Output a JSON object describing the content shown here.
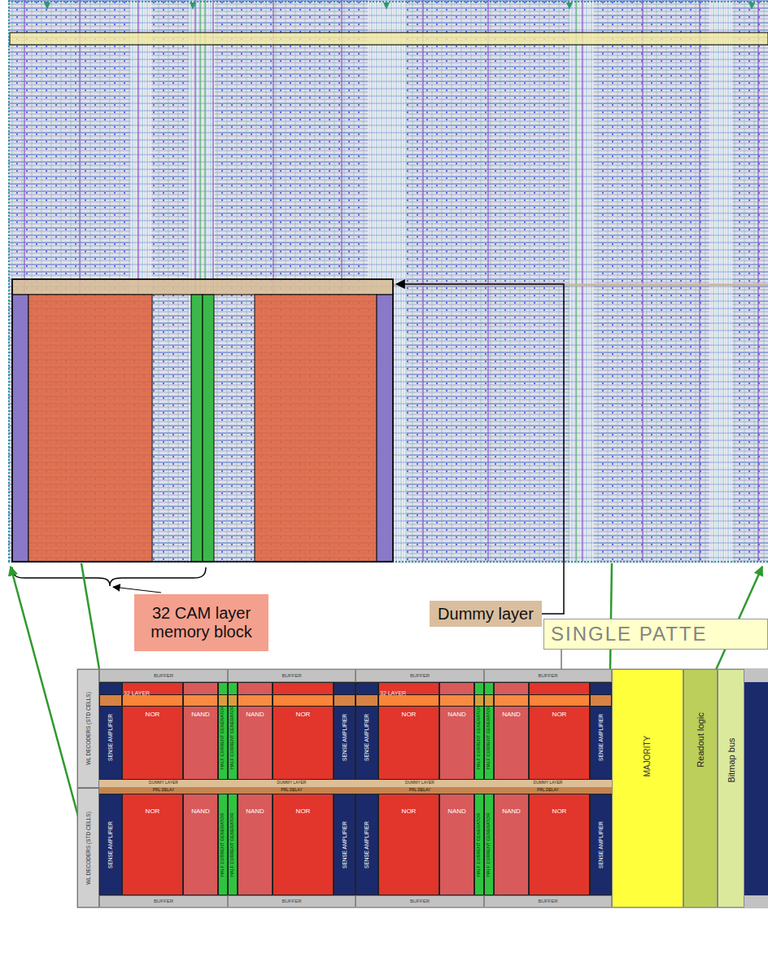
{
  "diagram": {
    "nodes": [
      {
        "text": [
          "32 CAM layer memory block"
        ]
      },
      {
        "text": [
          "Dummy layer"
        ]
      },
      {
        "text": [
          "SINGLE PATTE"
        ]
      },
      {
        "text": [
          "BUFFER"
        ]
      },
      {
        "text": [
          "BUFFER"
        ]
      },
      {
        "text": [
          "BUFFER"
        ]
      },
      {
        "text": [
          "BUFFER"
        ]
      },
      {
        "text": [
          "WL DECODERS (STD CELLS)"
        ]
      },
      {
        "text": [
          "SENSE AMPLIFIER"
        ]
      },
      {
        "text": [
          "NOR"
        ]
      },
      {
        "text": [
          "NAND"
        ]
      },
      {
        "text": [
          "HALF CURRENT GENERATOR"
        ]
      },
      {
        "text": [
          "HALF CURRENT GENERATOR"
        ]
      },
      {
        "text": [
          "NAND"
        ]
      },
      {
        "text": [
          "NOR"
        ]
      },
      {
        "text": [
          "SENSE AMPLIFIER"
        ]
      },
      {
        "text": [
          "SENSE AMPLIFIER"
        ]
      },
      {
        "text": [
          "NOR"
        ]
      },
      {
        "text": [
          "NAND"
        ]
      },
      {
        "text": [
          "HALF CURRENT GENERATOR"
        ]
      },
      {
        "text": [
          "HALF CURRENT GENERATOR"
        ]
      },
      {
        "text": [
          "NAND"
        ]
      },
      {
        "text": [
          "NOR"
        ]
      },
      {
        "text": [
          "SENSE AMPLIFIER"
        ]
      },
      {
        "text": [
          "MAJORITY"
        ]
      },
      {
        "text": [
          "Readout logic"
        ]
      },
      {
        "text": [
          "Bitmap bus"
        ]
      },
      {
        "text": [
          "DUMMY LAYER",
          "PRL DELAY"
        ]
      },
      {
        "text": [
          "DUMMY LAYER",
          "PRL DELAY"
        ]
      },
      {
        "text": [
          "DUMMY LAYER",
          "PRL DELAY"
        ]
      },
      {
        "text": [
          "DUMMY LAYER",
          "PRL DELAY"
        ]
      },
      {
        "text": [
          "WL DECODERS (STD CELLS)"
        ]
      },
      {
        "text": [
          "SENSE AMPLIFIER"
        ]
      },
      {
        "text": [
          "NOR"
        ]
      },
      {
        "text": [
          "NAND"
        ]
      },
      {
        "text": [
          "HALF CURRENT GENERATOR"
        ]
      },
      {
        "text": [
          "HALF CURRENT GENERATOR"
        ]
      },
      {
        "text": [
          "NAND"
        ]
      },
      {
        "text": [
          "NOR"
        ]
      },
      {
        "text": [
          "SENSE AMPLIFIER"
        ]
      },
      {
        "text": [
          "SENSE AMPLIFIER"
        ]
      },
      {
        "text": [
          "NOR"
        ]
      },
      {
        "text": [
          "NAND"
        ]
      },
      {
        "text": [
          "HALF CURRENT GENERATOR"
        ]
      },
      {
        "text": [
          "HALF CURRENT GENERATOR"
        ]
      },
      {
        "text": [
          "NAND"
        ]
      },
      {
        "text": [
          "NOR"
        ]
      },
      {
        "text": [
          "SENSE AMPLIFIER"
        ]
      },
      {
        "text": [
          "BUFFER"
        ]
      },
      {
        "text": [
          "BUFFER"
        ]
      },
      {
        "text": [
          "BUFFER"
        ]
      },
      {
        "text": [
          "BUFFER"
        ]
      }
    ],
    "labels": [
      "32 LAYER",
      "32 LAYER"
    ]
  }
}
